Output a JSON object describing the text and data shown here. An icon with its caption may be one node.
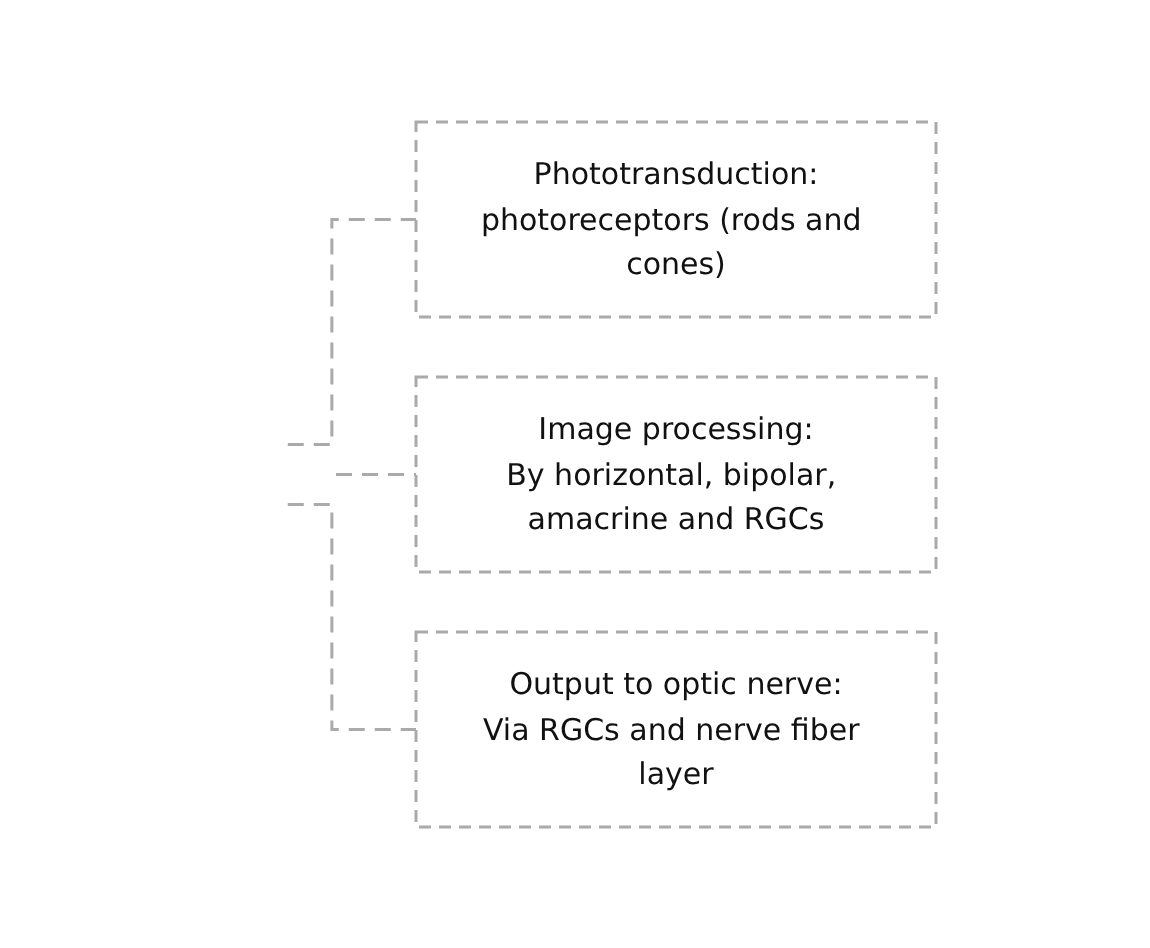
{
  "diagram": {
    "nodes": [
      {
        "text": [
          "Phototransduction:",
          "photoreceptors (rods and cones)"
        ]
      },
      {
        "text": [
          "Image processing:",
          "By horizontal, bipolar, amacrine and RGCs"
        ]
      },
      {
        "text": [
          "Output to optic nerve:",
          "Via RGCs and nerve fiber layer"
        ]
      }
    ],
    "edges": [
      {
        "from": null,
        "to": 0,
        "arrow": "none",
        "style": "dashed"
      },
      {
        "from": null,
        "to": 1,
        "arrow": "none",
        "style": "dashed"
      },
      {
        "from": null,
        "to": 2,
        "arrow": "none",
        "style": "dashed"
      }
    ]
  }
}
